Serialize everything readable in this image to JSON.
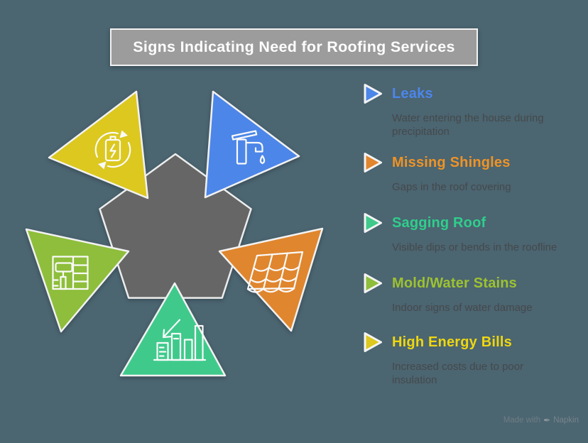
{
  "background_color": "#4B6571",
  "title_bar": {
    "text": "Signs Indicating Need for Roofing Services",
    "bg_color": "#9C9C9C"
  },
  "pentagon_color": "#666666",
  "items": [
    {
      "label": "Leaks",
      "description": "Water entering the house during\nprecipitation",
      "shape_color": "#4C86E8",
      "label_color": "#4C86EC",
      "icon": "faucet-drip-icon",
      "triangle_position": "top-right"
    },
    {
      "label": "Missing Shingles",
      "description": "Gaps in the roof covering",
      "shape_color": "#E0862E",
      "label_color": "#EF9325",
      "icon": "roof-tiles-icon",
      "triangle_position": "right"
    },
    {
      "label": "Sagging Roof",
      "description": "Visible dips or bends in the roofline",
      "shape_color": "#3FCA8B",
      "label_color": "#2FCE8C",
      "icon": "declining-bar-chart-icon",
      "triangle_position": "bottom"
    },
    {
      "label": "Mold/Water Stains",
      "description": "Indoor signs of water damage",
      "shape_color": "#8EBE3B",
      "label_color": "#9DC230",
      "icon": "paint-roller-icon",
      "triangle_position": "left"
    },
    {
      "label": "High Energy Bills",
      "description": "Increased costs due to poor\ninsulation",
      "shape_color": "#DCC81F",
      "label_color": "#EFD70F",
      "icon": "battery-recycle-icon",
      "triangle_position": "top-left"
    }
  ],
  "watermark": {
    "prefix": "Made with",
    "brand": "Napkin",
    "icon": "quill-pen-icon",
    "icon_glyph": "✒"
  }
}
